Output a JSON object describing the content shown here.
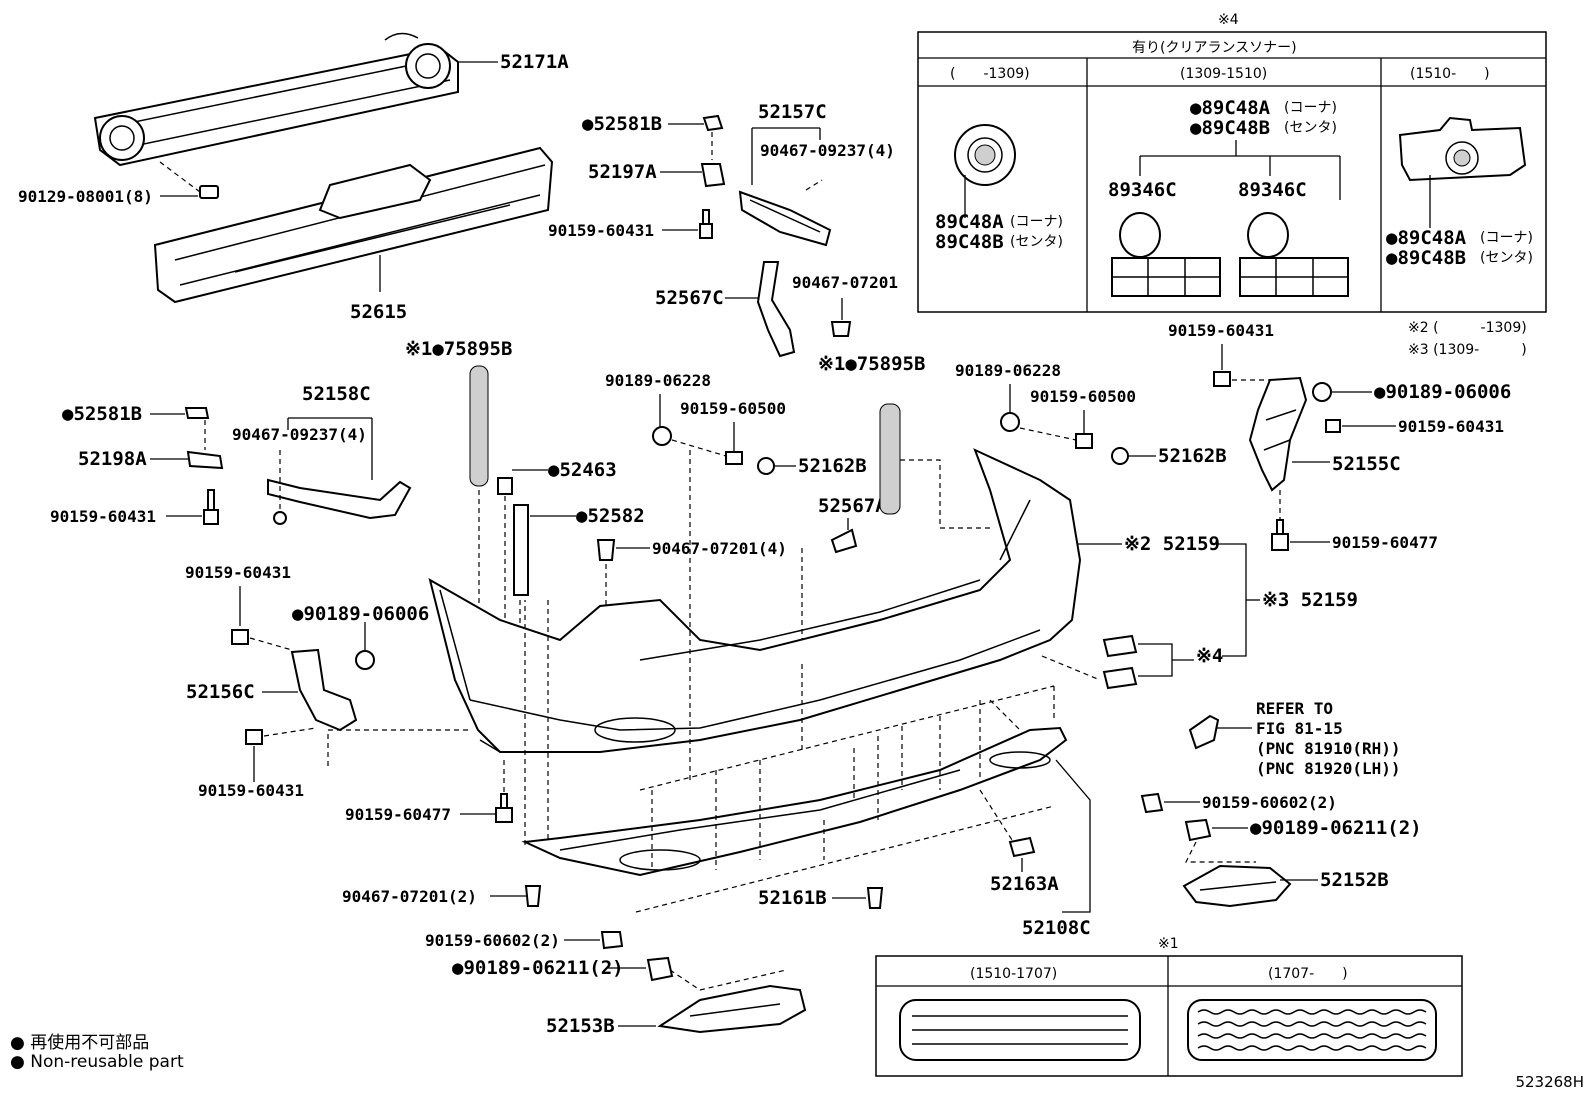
{
  "labels": {
    "p52171A": "52171A",
    "p90129": "90129-08001(8)",
    "p52615": "52615",
    "p52581B_top": "●52581B",
    "p52197A": "52197A",
    "p52157C": "52157C",
    "p90467_09237_top": "90467-09237(4)",
    "p90159_60431_a": "90159-60431",
    "p52567C": "52567C",
    "p90467_07201_a": "90467-07201",
    "p75895B_left": "※1●75895B",
    "p75895B_right": "※1●75895B",
    "p52158C": "52158C",
    "p52581B_left": "●52581B",
    "p90467_09237_left": "90467-09237(4)",
    "p52198A": "52198A",
    "p90159_60431_b": "90159-60431",
    "p52463": "●52463",
    "p52582": "●52582",
    "p90189_06228_a": "90189-06228",
    "p90159_60500_a": "90159-60500",
    "p52162B_a": "52162B",
    "p90467_07201_4": "90467-07201(4)",
    "p52567A": "52567A",
    "p90189_06228_b": "90189-06228",
    "p90159_60500_b": "90159-60500",
    "p52162B_b": "52162B",
    "p90159_60431_c": "90159-60431",
    "p90189_06006_r": "●90189-06006",
    "p90159_60431_d": "90159-60431",
    "p52155C": "52155C",
    "p90159_60477_r": "90159-60477",
    "p52159_2": "※2 52159",
    "p52159_3": "※3 52159",
    "p_note4": "※4",
    "p90159_60431_e": "90159-60431",
    "p90189_06006_l": "●90189-06006",
    "p52156C": "52156C",
    "p90159_60431_f": "90159-60431",
    "p90159_60477_l": "90159-60477",
    "p90467_07201_2": "90467-07201(2)",
    "p52161B": "52161B",
    "p52163A": "52163A",
    "p52108C": "52108C",
    "p90159_60602_l": "90159-60602(2)",
    "p90189_06211_l": "●90189-06211(2)",
    "p52153B": "52153B",
    "p90159_60602_r": "90159-60602(2)",
    "p90189_06211_r": "●90189-06211(2)",
    "p52152B": "52152B"
  },
  "refer": {
    "line1": "REFER TO",
    "line2": "FIG 81-15",
    "line3": "(PNC 81910(RH))",
    "line4": "(PNC 81920(LH))"
  },
  "sonar_box": {
    "note": "※4",
    "header": "有り(クリアランスソナー)",
    "col1": "(　　-1309)",
    "col2": "(1309-1510)",
    "col3": "(1510-　　)",
    "c1_a": "89C48A",
    "c1_a_sub": "(コーナ)",
    "c1_b": "89C48B",
    "c1_b_sub": "(センタ)",
    "c2_a": "●89C48A",
    "c2_a_sub": "(コーナ)",
    "c2_b": "●89C48B",
    "c2_b_sub": "(センタ)",
    "c2_left": "89346C",
    "c2_right": "89346C",
    "c3_a": "●89C48A",
    "c3_a_sub": "(コーナ)",
    "c3_b": "●89C48B",
    "c3_b_sub": "(センタ)"
  },
  "notes": {
    "n2": "※2 (　　　-1309)",
    "n3": "※3 (1309-　　　)"
  },
  "reflector_box": {
    "note": "※1",
    "col1": "(1510-1707)",
    "col2": "(1707-　　)"
  },
  "legend": {
    "line1": "● 再使用不可部品",
    "line2": "● Non-reusable part"
  },
  "figure_code": "523268H"
}
